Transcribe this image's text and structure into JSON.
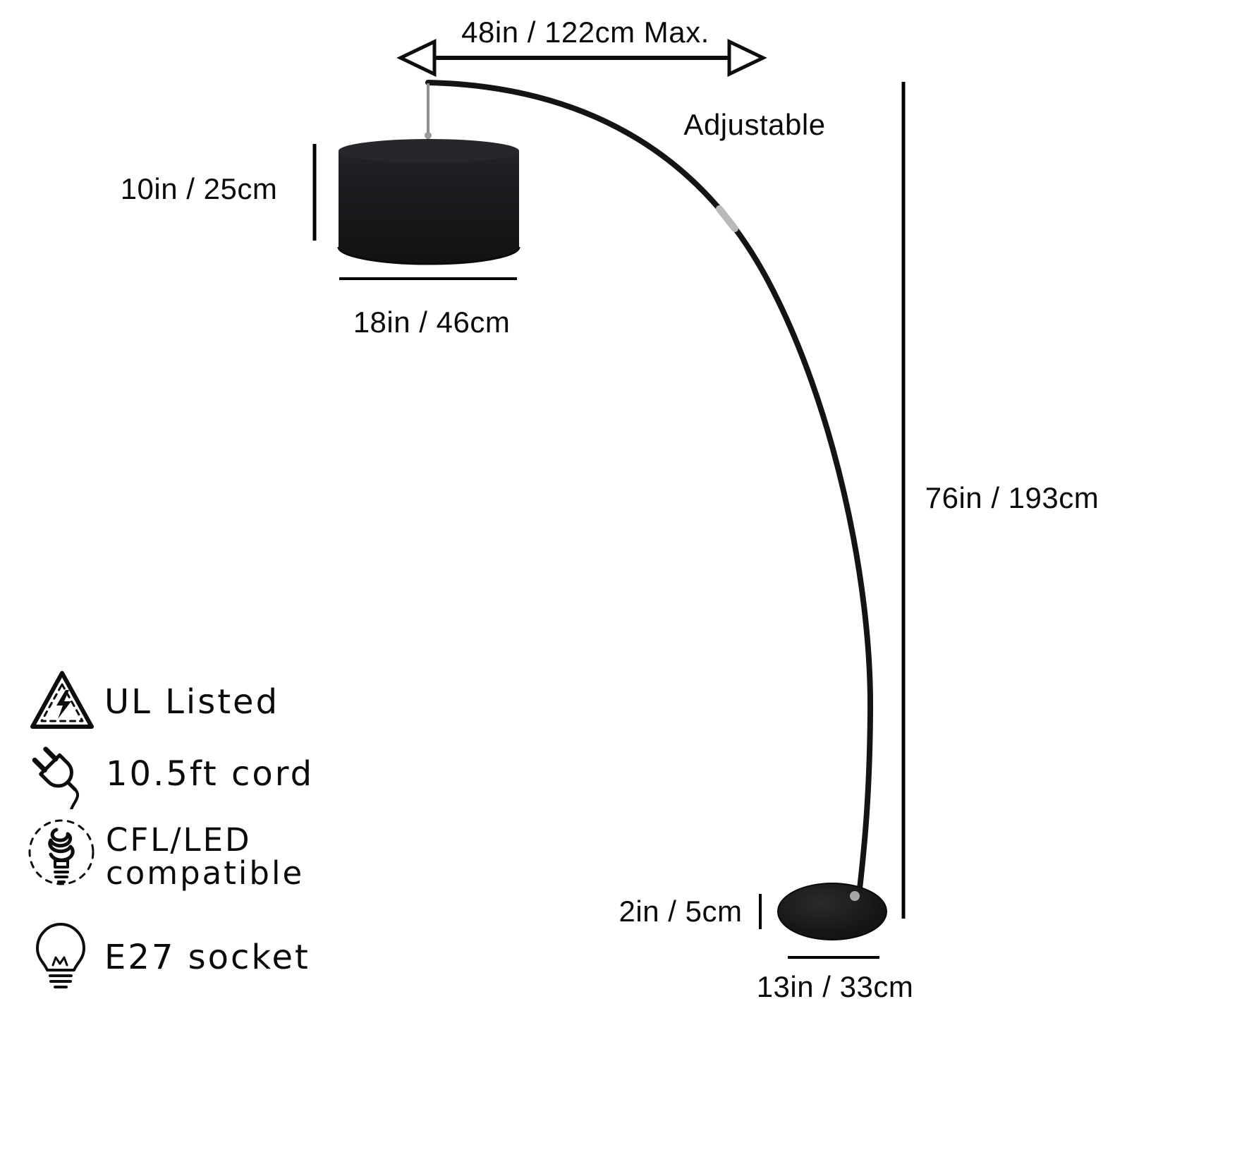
{
  "page": {
    "title": "Arc floor lamp dimension diagram"
  },
  "dimensions": {
    "arm_reach": "48in / 122cm Max.",
    "adjustable_label": "Adjustable",
    "shade_height": "10in / 25cm",
    "shade_diameter": "18in / 46cm",
    "lamp_height": "76in / 193cm",
    "base_height": "2in / 5cm",
    "base_diameter": "13in / 33cm"
  },
  "features": [
    {
      "icon": "ul-listed-icon",
      "label": "UL Listed"
    },
    {
      "icon": "power-plug-icon",
      "label": "10.5ft cord"
    },
    {
      "icon": "cfl-bulb-icon",
      "label": "CFL/LED",
      "label_line2": "compatible"
    },
    {
      "icon": "light-bulb-icon",
      "label": "E27 socket"
    }
  ],
  "colors": {
    "lamp_black": "#161616",
    "shade_black": "#1c1c1f",
    "metal_silver": "#b9b9b9",
    "dimension_line": "#000000",
    "text": "#0b0b0b",
    "background": "#ffffff"
  }
}
